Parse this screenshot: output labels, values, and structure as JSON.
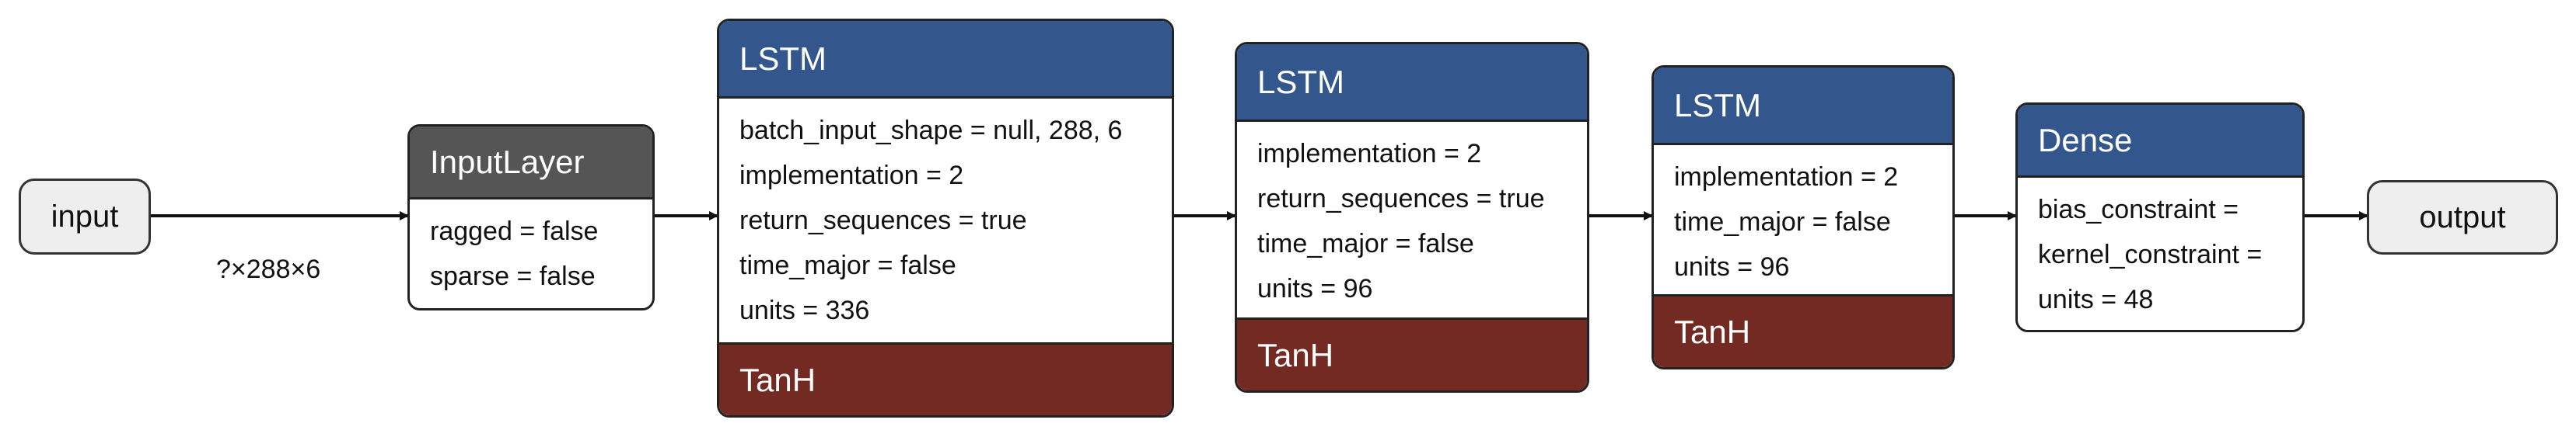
{
  "colors": {
    "layer_header_lstm": "#33568c",
    "layer_header_dense": "#33568c",
    "layer_header_input": "#555555",
    "activation_footer": "#722a22",
    "io_fill": "#eeeeee",
    "stroke": "#222222"
  },
  "input_node": {
    "label": "input"
  },
  "output_node": {
    "label": "output"
  },
  "edge_label": "?×288×6",
  "layers": [
    {
      "title": "InputLayer",
      "props": [
        "ragged = false",
        "sparse = false"
      ],
      "activation": ""
    },
    {
      "title": "LSTM",
      "props": [
        "batch_input_shape = null, 288, 6",
        "implementation = 2",
        "return_sequences = true",
        "time_major = false",
        "units = 336"
      ],
      "activation": "TanH"
    },
    {
      "title": "LSTM",
      "props": [
        "implementation = 2",
        "return_sequences = true",
        "time_major = false",
        "units = 96"
      ],
      "activation": "TanH"
    },
    {
      "title": "LSTM",
      "props": [
        "implementation = 2",
        "time_major = false",
        "units = 96"
      ],
      "activation": "TanH"
    },
    {
      "title": "Dense",
      "props": [
        "bias_constraint =",
        "kernel_constraint =",
        "units = 48"
      ],
      "activation": ""
    }
  ]
}
